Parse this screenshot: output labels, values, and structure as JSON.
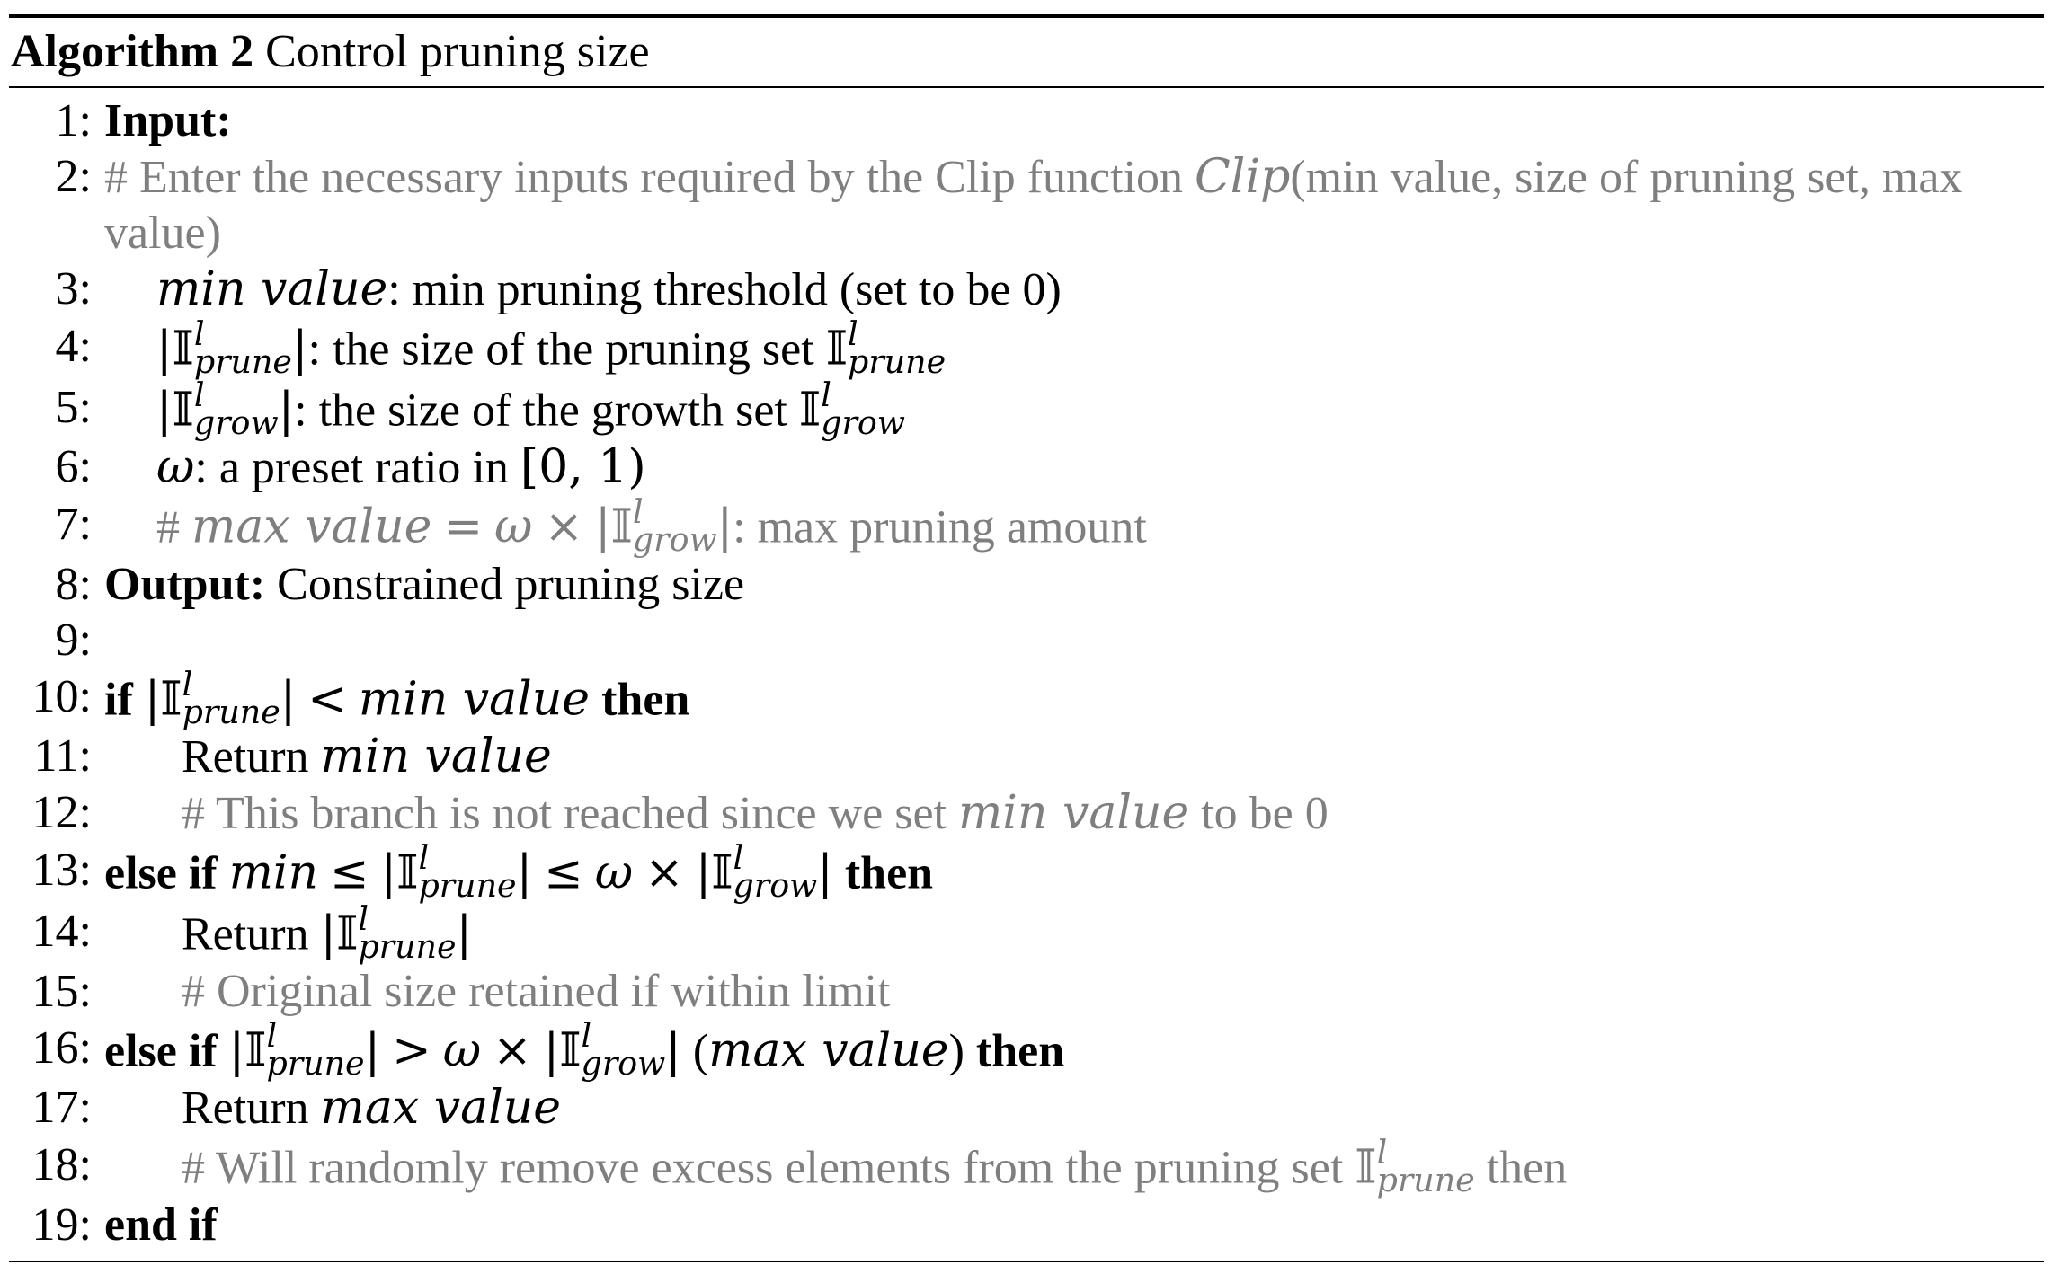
{
  "caption": {
    "label": "Algorithm 2",
    "title": "Control pruning size"
  },
  "math": {
    "set": "𝕀",
    "sup": "l",
    "prune": "prune",
    "grow": "grow",
    "bar": "|",
    "omega": "ω",
    "times": "×",
    "leq": "≤",
    "lt": "<",
    "gt": ">",
    "eq": "=",
    "min_value": "min value",
    "max_value": "max value",
    "min": "min",
    "clip": "Clip",
    "interval": "[0, 1)"
  },
  "lines": [
    {
      "no": "1:",
      "input_kw": "Input:"
    },
    {
      "no": "2:",
      "text_a": "# Enter the necessary inputs required by the Clip function ",
      "text_b": "(min value, size of pruning set, max value)"
    },
    {
      "no": "3:",
      "text": ": min pruning threshold (set to be 0)"
    },
    {
      "no": "4:",
      "text": ": the size of the pruning set "
    },
    {
      "no": "5:",
      "text": ": the size of the growth set "
    },
    {
      "no": "6:",
      "text": ": a preset ratio in "
    },
    {
      "no": "7:",
      "hash": "# ",
      "text": ": max pruning amount"
    },
    {
      "no": "8:",
      "output_kw": "Output:",
      "text": " Constrained pruning size"
    },
    {
      "no": "9:"
    },
    {
      "no": "10:",
      "if_kw": "if",
      "then_kw": "then"
    },
    {
      "no": "11:",
      "text": "Return "
    },
    {
      "no": "12:",
      "text_a": "# This branch is not reached since we set ",
      "text_b": " to be 0"
    },
    {
      "no": "13:",
      "elseif_kw": "else if",
      "then_kw": "then"
    },
    {
      "no": "14:",
      "text": "Return "
    },
    {
      "no": "15:",
      "text": "# Original size retained if within limit"
    },
    {
      "no": "16:",
      "elseif_kw": "else if",
      "paren_open": " (",
      "paren_close": ")",
      "then_kw": "then"
    },
    {
      "no": "17:",
      "text": "Return "
    },
    {
      "no": "18:",
      "text_a": "# Will randomly remove excess elements from the pruning set ",
      "text_b": " then"
    },
    {
      "no": "19:",
      "endif_kw": "end if"
    }
  ]
}
